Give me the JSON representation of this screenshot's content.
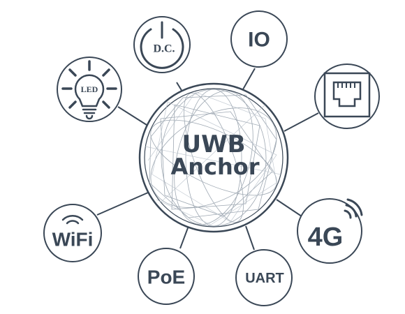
{
  "center": {
    "line1": "UWB",
    "line2": "Anchor"
  },
  "nodes": {
    "power": {
      "label": "D.C.",
      "icon": "power-icon"
    },
    "io": {
      "label": "IO"
    },
    "ethernet": {
      "icon": "ethernet-port-icon"
    },
    "lte": {
      "label": "4G",
      "icon": "cellular-signal-icon"
    },
    "uart": {
      "label": "UART"
    },
    "poe": {
      "label": "PoE"
    },
    "wifi": {
      "label": "WiFi",
      "icon": "wifi-icon"
    },
    "led": {
      "label": "LED",
      "icon": "light-bulb-icon"
    }
  },
  "colors": {
    "stroke": "#3a4756",
    "background": "#ffffff"
  }
}
